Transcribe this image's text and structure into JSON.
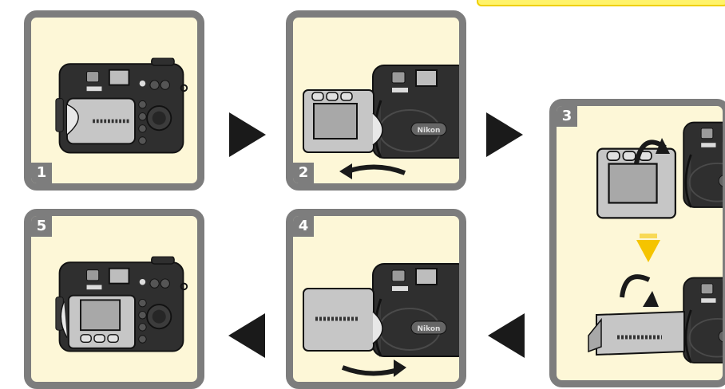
{
  "steps": [
    {
      "number": "1",
      "illustration": "camera-back-monitor-closed-icon"
    },
    {
      "number": "2",
      "illustration": "camera-monitor-swing-out-icon"
    },
    {
      "number": "3",
      "illustration": "camera-monitor-rotate-icon"
    },
    {
      "number": "4",
      "illustration": "camera-monitor-swing-in-icon"
    },
    {
      "number": "5",
      "illustration": "camera-back-monitor-open-icon"
    }
  ],
  "flow_arrows": [
    "arrow-right-icon",
    "arrow-right-icon",
    "arrow-left-icon",
    "arrow-left-icon"
  ],
  "colors": {
    "panel_background": "#fdf7d7",
    "panel_border": "#7d7d7d",
    "arrow": "#1a1a1a",
    "transition_arrow": "#f5c400",
    "note_bar": "#fff36a"
  }
}
